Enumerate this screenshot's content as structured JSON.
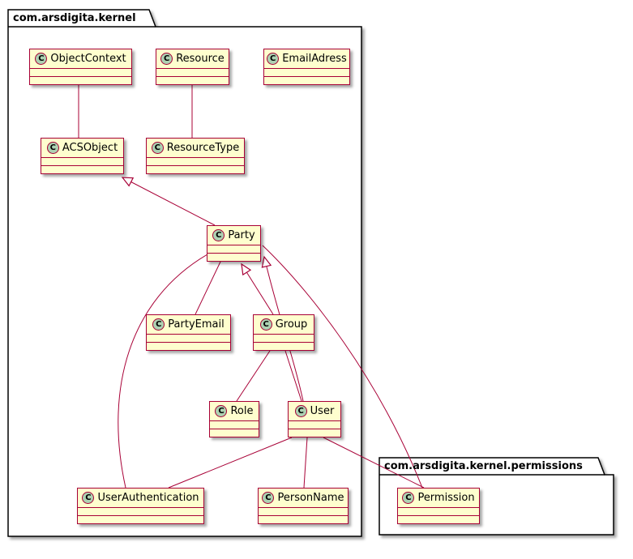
{
  "diagram": {
    "packages": [
      {
        "name": "com.arsdigita.kernel"
      },
      {
        "name": "com.arsdigita.kernel.permissions"
      }
    ],
    "classes": [
      {
        "name": "ObjectContext",
        "stereotype": "C",
        "package": "com.arsdigita.kernel"
      },
      {
        "name": "Resource",
        "stereotype": "C",
        "package": "com.arsdigita.kernel"
      },
      {
        "name": "EmailAdress",
        "stereotype": "C",
        "package": "com.arsdigita.kernel"
      },
      {
        "name": "ACSObject",
        "stereotype": "C",
        "package": "com.arsdigita.kernel"
      },
      {
        "name": "ResourceType",
        "stereotype": "C",
        "package": "com.arsdigita.kernel"
      },
      {
        "name": "Party",
        "stereotype": "C",
        "package": "com.arsdigita.kernel"
      },
      {
        "name": "PartyEmail",
        "stereotype": "C",
        "package": "com.arsdigita.kernel"
      },
      {
        "name": "Group",
        "stereotype": "C",
        "package": "com.arsdigita.kernel"
      },
      {
        "name": "Role",
        "stereotype": "C",
        "package": "com.arsdigita.kernel"
      },
      {
        "name": "User",
        "stereotype": "C",
        "package": "com.arsdigita.kernel"
      },
      {
        "name": "UserAuthentication",
        "stereotype": "C",
        "package": "com.arsdigita.kernel"
      },
      {
        "name": "PersonName",
        "stereotype": "C",
        "package": "com.arsdigita.kernel"
      },
      {
        "name": "Permission",
        "stereotype": "C",
        "package": "com.arsdigita.kernel.permissions"
      }
    ],
    "relationships": [
      {
        "from": "ObjectContext",
        "to": "ACSObject",
        "type": "association"
      },
      {
        "from": "Resource",
        "to": "ResourceType",
        "type": "association"
      },
      {
        "from": "Party",
        "to": "ACSObject",
        "type": "generalization"
      },
      {
        "from": "PartyEmail",
        "to": "Party",
        "type": "association"
      },
      {
        "from": "Group",
        "to": "Party",
        "type": "generalization"
      },
      {
        "from": "User",
        "to": "Party",
        "type": "generalization"
      },
      {
        "from": "UserAuthentication",
        "to": "Party",
        "type": "association"
      },
      {
        "from": "Group",
        "to": "Role",
        "type": "association"
      },
      {
        "from": "Group",
        "to": "User",
        "type": "association"
      },
      {
        "from": "User",
        "to": "PersonName",
        "type": "association"
      },
      {
        "from": "User",
        "to": "UserAuthentication",
        "type": "association"
      },
      {
        "from": "User",
        "to": "Permission",
        "type": "association"
      },
      {
        "from": "Permission",
        "to": "Party",
        "type": "association"
      }
    ],
    "colors": {
      "class_background": "#FEFECE",
      "class_border": "#A80036",
      "relationship_line": "#A80036",
      "stereotype_circle": "#ADD1B2",
      "package_border": "#000000",
      "background": "#FFFFFF"
    }
  }
}
